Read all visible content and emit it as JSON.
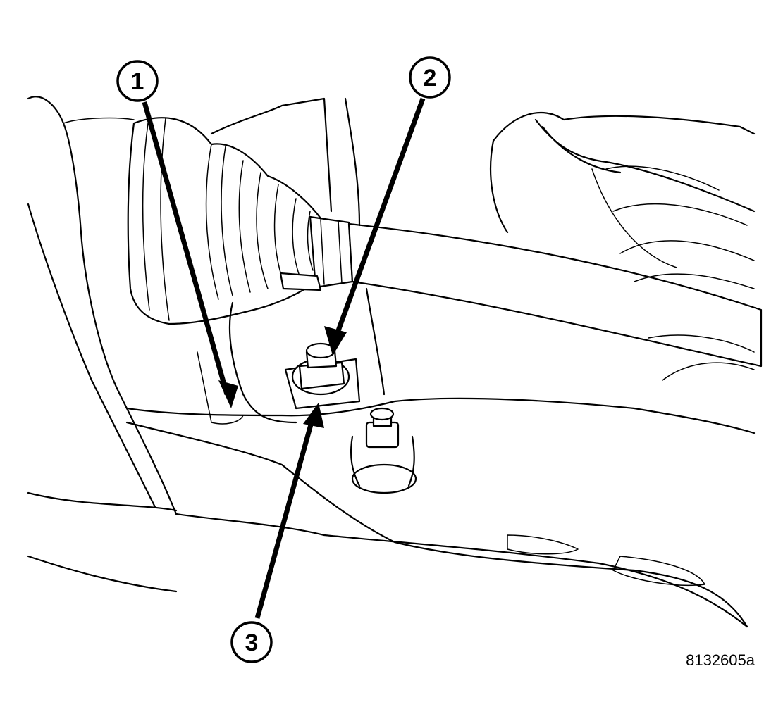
{
  "callouts": [
    {
      "id": "1",
      "label": "1"
    },
    {
      "id": "2",
      "label": "2"
    },
    {
      "id": "3",
      "label": "3"
    }
  ],
  "figure_id": "8132605a"
}
